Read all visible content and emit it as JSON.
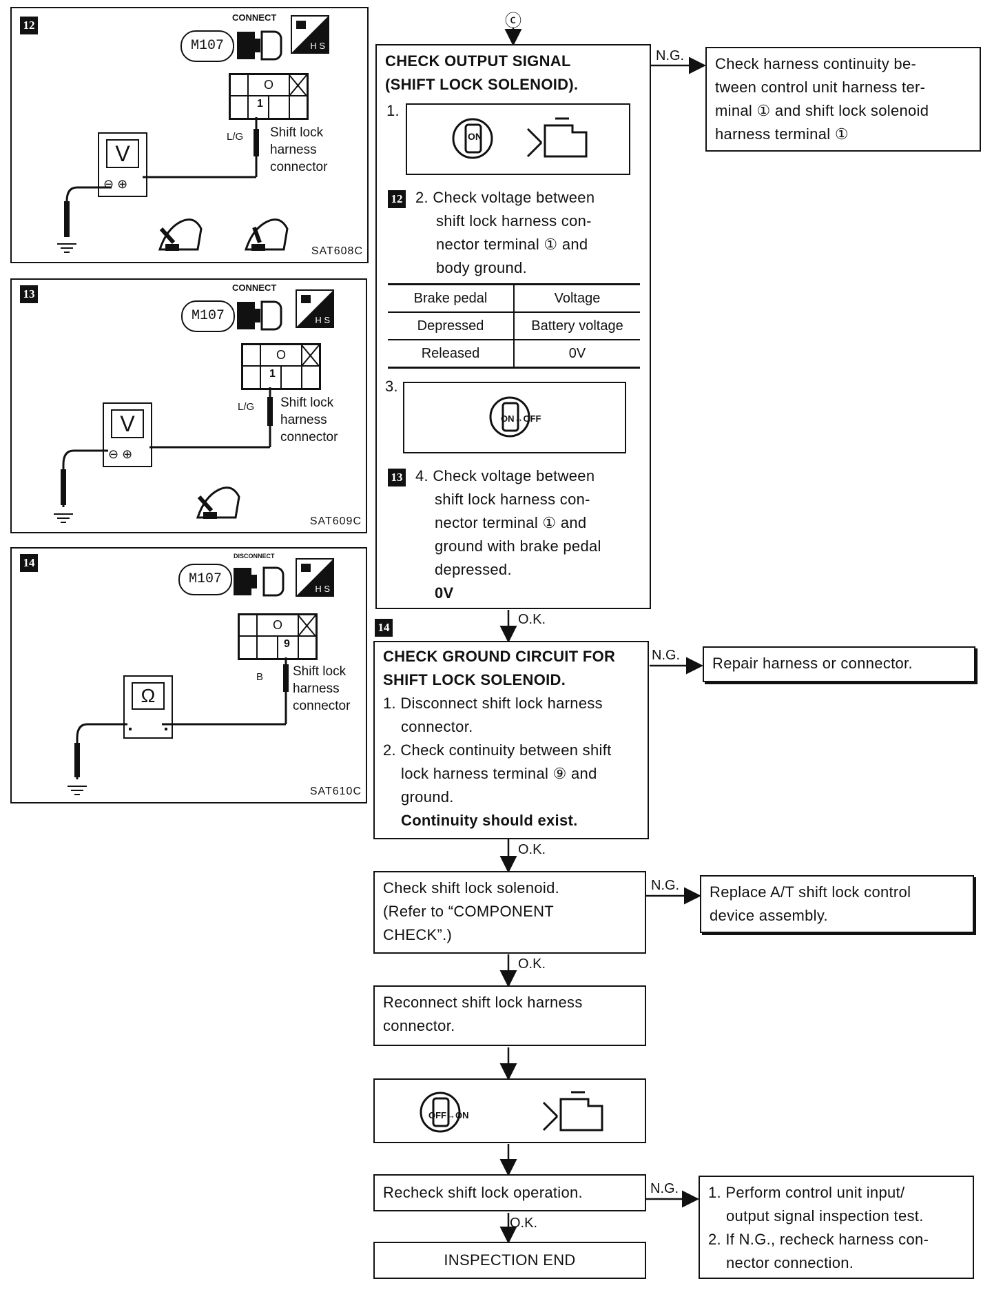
{
  "top_connector": "ⓒ",
  "panels": [
    {
      "badge": "12",
      "connector": "M107",
      "mode": "CONNECT",
      "hs": "H S",
      "wire": "L/G",
      "term_top": "O",
      "term_num": "1",
      "harness": [
        "Shift lock",
        "harness",
        "connector"
      ],
      "meter": "V",
      "code": "SAT608C"
    },
    {
      "badge": "13",
      "connector": "M107",
      "mode": "CONNECT",
      "hs": "H S",
      "wire": "L/G",
      "term_top": "O",
      "term_num": "1",
      "harness": [
        "Shift lock",
        "harness",
        "connector"
      ],
      "meter": "V",
      "code": "SAT609C"
    },
    {
      "badge": "14",
      "connector": "M107",
      "mode": "DISCONNECT",
      "hs": "H S",
      "wire": "B",
      "term_top": "O",
      "term_num": "9",
      "harness": [
        "Shift lock",
        "harness",
        "connector"
      ],
      "meter": "Ω",
      "code": "SAT610C"
    }
  ],
  "step1": {
    "title": [
      "CHECK OUTPUT SIGNAL",
      "(SHIFT LOCK SOLENOID)."
    ],
    "sub1": "1.",
    "ign_on": "ON",
    "badge2": "12",
    "sub2": [
      "2.  Check voltage between",
      "shift lock harness con-",
      "nector terminal ① and",
      "body ground."
    ],
    "table": {
      "headers": [
        "Brake pedal",
        "Voltage"
      ],
      "rows": [
        [
          "Depressed",
          "Battery voltage"
        ],
        [
          "Released",
          "0V"
        ]
      ]
    },
    "sub3": "3.",
    "ign_onoff": "ON→OFF",
    "badge4": "13",
    "sub4": [
      "4.  Check voltage between",
      "shift lock harness con-",
      "nector terminal ① and",
      "ground with brake pedal",
      "depressed."
    ],
    "sub4_value": "0V"
  },
  "ng1": [
    "Check harness continuity be-",
    "tween control unit harness ter-",
    "minal ① and shift lock solenoid",
    "harness terminal ①"
  ],
  "step2": {
    "badge": "14",
    "title": [
      "CHECK GROUND CIRCUIT FOR",
      "SHIFT LOCK SOLENOID."
    ],
    "lines": [
      "1. Disconnect shift lock harness",
      "connector.",
      "2. Check continuity between shift",
      "lock harness terminal ⑨ and",
      "ground."
    ],
    "result": "Continuity should exist."
  },
  "ng2": "Repair harness or connector.",
  "step3": [
    "Check shift lock solenoid.",
    "(Refer to “COMPONENT",
    "CHECK”.)"
  ],
  "ng3": [
    "Replace A/T shift lock control",
    "device assembly."
  ],
  "step4": [
    "Reconnect shift lock harness",
    "connector."
  ],
  "step5": {
    "ign_offon": "OFF→ON"
  },
  "step6": "Recheck shift lock operation.",
  "ng6": [
    "1. Perform control unit input/",
    "output signal inspection test.",
    "2. If N.G., recheck harness con-",
    "nector connection."
  ],
  "end": "INSPECTION END",
  "arrows": {
    "ng": "N.G.",
    "ok": "O.K."
  }
}
